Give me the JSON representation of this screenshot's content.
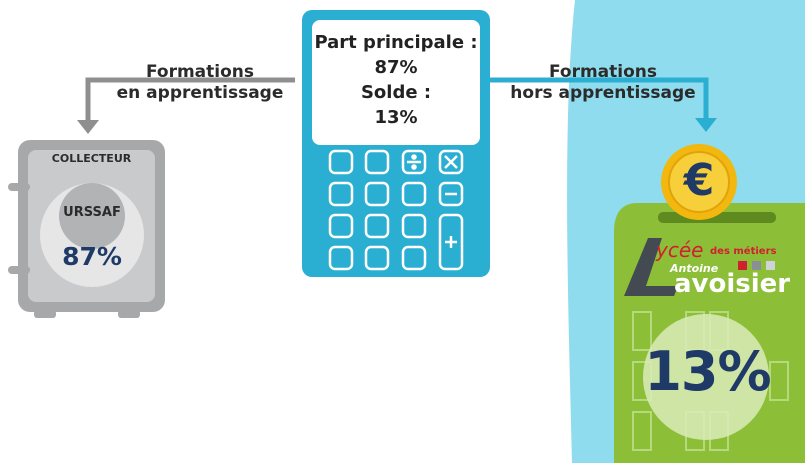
{
  "flow_left": {
    "line1": "Formations",
    "line2": "en apprentissage"
  },
  "flow_right": {
    "line1": "Formations",
    "line2": "hors apprentissage"
  },
  "calculator": {
    "line1": "Part principale :",
    "line2": "87%",
    "line3": "Solde :",
    "line4": "13%"
  },
  "safe": {
    "header": "COLLECTEUR",
    "label": "URSSAF",
    "percent": "87%"
  },
  "piggy": {
    "coin_symbol": "€",
    "logo_lycee": "ycée",
    "logo_des_metiers": "des métiers",
    "logo_antoine": "Antoine",
    "logo_lavoisier": "avoisier",
    "percent": "13%"
  },
  "colors": {
    "calculator": "#2aaed1",
    "background_blue": "#8fdcee",
    "safe_gray": "#a7a8aa",
    "piggy_green": "#8cbf37",
    "coin_gold": "#f2b80f",
    "dark_navy": "#1f3a66",
    "logo_red": "#d0202f"
  }
}
